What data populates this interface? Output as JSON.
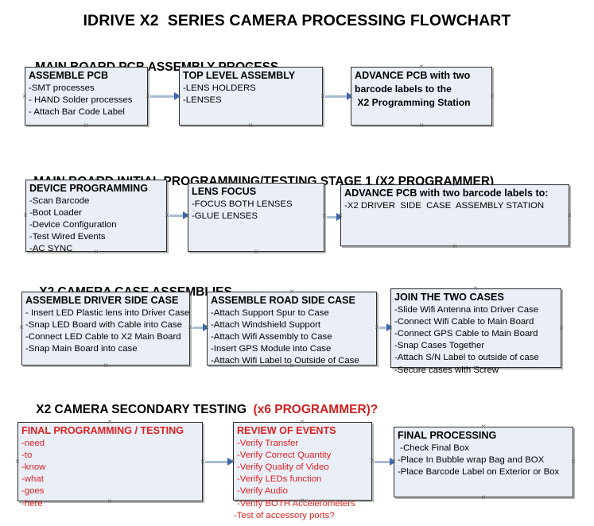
{
  "document": {
    "title": "IDRIVE X2  SERIES CAMERA PROCESSING FLOWCHART"
  },
  "sections": [
    {
      "id": "main-board-pcb-assembly",
      "heading": "MAIN BOARD PCB ASSEMBLY PROCESS",
      "heading_accent": "",
      "nodes": [
        {
          "id": "assemble-pcb",
          "title": "ASSEMBLE PCB",
          "lines": [
            "-SMT processes",
            "- HAND Solder processes",
            "- Attach Bar Code Label"
          ]
        },
        {
          "id": "top-level-assembly",
          "title": "TOP LEVEL ASSEMBLY",
          "lines": [
            "-LENS HOLDERS",
            "-LENSES"
          ]
        },
        {
          "id": "advance-pcb-to-x2-programming-station",
          "title": "ADVANCE PCB with two",
          "lines": [
            "barcode labels to the",
            " X2 Programming Station"
          ]
        }
      ]
    },
    {
      "id": "main-board-initial-programming",
      "heading": "MAIN BOARD INITIAL PROGRAMMING/TESTING STAGE 1 (X2 PROGRAMMER)",
      "heading_accent": "",
      "nodes": [
        {
          "id": "device-programming",
          "title": "DEVICE PROGRAMMING",
          "lines": [
            "-Scan Barcode",
            "-Boot Loader",
            "-Device Configuration",
            "-Test Wired Events",
            "-AC SYNC"
          ]
        },
        {
          "id": "lens-focus",
          "title": "LENS FOCUS",
          "lines": [
            "-FOCUS BOTH LENSES",
            "-GLUE LENSES"
          ]
        },
        {
          "id": "advance-pcb-to-driver-side-case-station",
          "title": "ADVANCE PCB with two barcode labels to:",
          "lines": [
            "-X2 DRIVER  SIDE  CASE  ASSEMBLY STATION"
          ]
        }
      ]
    },
    {
      "id": "x2-camera-case-assemblies",
      "heading": "X2 CAMERA CASE ASSEMBLIES",
      "heading_accent": "",
      "nodes": [
        {
          "id": "assemble-driver-side-case",
          "title": "ASSEMBLE DRIVER SIDE CASE",
          "lines": [
            "- Insert LED Plastic lens into Driver Case",
            "-Snap LED Board with Cable into Case",
            "-Connect LED Cable to X2 Main Board",
            "-Snap Main Board into case"
          ]
        },
        {
          "id": "assemble-road-side-case",
          "title": "ASSEMBLE ROAD SIDE CASE",
          "lines": [
            "-Attach Support Spur to Case",
            "-Attach Windshield Support",
            "-Attach Wifi Assembly to Case",
            "-Insert GPS Module into Case",
            "-Attach Wifi Label to Outside of Case"
          ]
        },
        {
          "id": "join-the-two-cases",
          "title": "JOIN THE TWO CASES",
          "lines": [
            "-Slide Wifi Antenna into Driver Case",
            "-Connect Wifi Cable to Main Board",
            "-Connect GPS Cable to Main Board",
            "-Snap Cases Together",
            "-Attach S/N Label to outside of case",
            "-Secure cases with Screw"
          ]
        }
      ]
    },
    {
      "id": "x2-camera-secondary-testing",
      "heading": "X2 CAMERA SECONDARY TESTING ",
      "heading_accent": " (x6 PROGRAMMER)?",
      "nodes": [
        {
          "id": "final-programming-testing",
          "title": "FINAL PROGRAMMING / TESTING",
          "lines": [
            "-need",
            "-to",
            "-know",
            "-what",
            "-goes",
            "-here"
          ]
        },
        {
          "id": "review-of-events",
          "title": "REVIEW OF EVENTS",
          "lines": [
            "-Verify Transfer",
            "-Verify Correct Quantity",
            "-Verify Quality of Video",
            "-Verify LEDs function",
            "-Verify Audio",
            "-Verify BOTH Accelerometers",
            "-Test of accessory ports?"
          ]
        },
        {
          "id": "final-processing",
          "title": "FINAL PROCESSING",
          "lines": [
            " -Check Final Box",
            "-Place In Bubble wrap Bag and BOX",
            "-Place Barcode Label on Exterior or Box"
          ]
        }
      ]
    }
  ],
  "colors": {
    "node_fill": "#eaeff7",
    "node_border": "#2b2b2b",
    "connector": "#a7bdd4",
    "arrowhead": "#3b66b0",
    "accent_red": "#d01f1f",
    "text": "#000000"
  }
}
